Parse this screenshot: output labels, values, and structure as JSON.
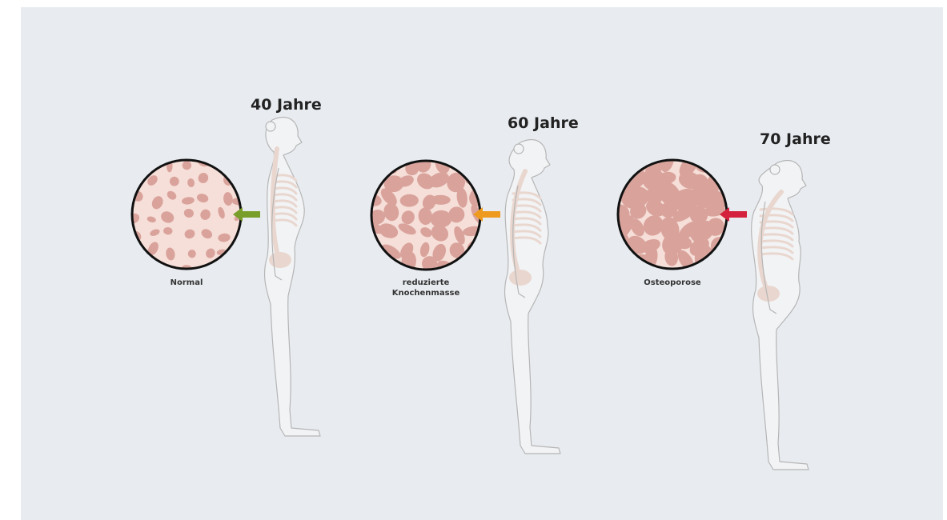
{
  "stages": [
    {
      "age_label": "40 Jahre",
      "caption_lines": [
        "Normal"
      ],
      "arrow_color": "#7a9e2a"
    },
    {
      "age_label": "60 Jahre",
      "caption_lines": [
        "reduzierte",
        "Knochenmasse"
      ],
      "arrow_color": "#ee9a1e"
    },
    {
      "age_label": "70 Jahre",
      "caption_lines": [
        "Osteoporose"
      ],
      "arrow_color": "#d4213d"
    }
  ],
  "colors": {
    "background": "#e8ecf0",
    "bone_tissue": "#f6dfd8",
    "bone_pores": "#d9a39c",
    "skeleton": "#e9d7cf",
    "body_outline": "#b5b5b5",
    "body_fill": "#f2f3f5"
  },
  "icons": {
    "magnifier": "bone-structure-icon",
    "arrow": "arrow-left-icon",
    "figure": "female-silhouette-icon"
  }
}
